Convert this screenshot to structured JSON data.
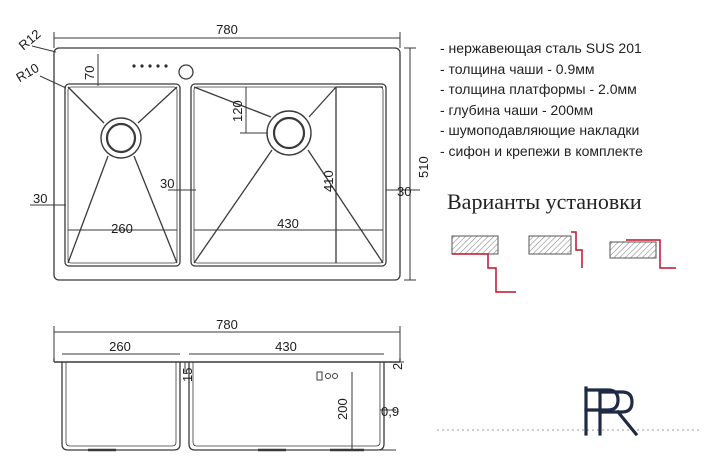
{
  "top_view": {
    "overall_width": "780",
    "overall_height": "510",
    "outer_radius": "R12",
    "bowl_radius": "R10",
    "tap_deck_depth": "70",
    "drain_offset": "120",
    "side_margin_left": "30",
    "divider_width": "30",
    "side_margin_right": "30",
    "small_bowl_width": "260",
    "large_bowl_width": "430",
    "large_bowl_depth": "410"
  },
  "side_view": {
    "overall_width": "780",
    "small_bowl_width": "260",
    "large_bowl_width": "430",
    "rim_offset": "15",
    "platform_thickness": "2",
    "bowl_depth": "200",
    "bowl_thickness": "0,9"
  },
  "specs": [
    "- нержавеющая сталь SUS 201",
    "- толщина чаши - 0.9мм",
    "- толщина платформы - 2.0мм",
    "- глубина чаши - 200мм",
    "- шумоподавляющие накладки",
    "- сифон и крепежи в комплекте"
  ],
  "installation": {
    "title": "Варианты установки",
    "variants": [
      "undermount",
      "flush-mount",
      "overmount"
    ]
  },
  "logo": {
    "text": "PR",
    "icon": "pr-monogram-logo"
  },
  "colors": {
    "line": "#3a3a3a",
    "accent": "#c0102a",
    "hatch": "#8a8a8a"
  }
}
